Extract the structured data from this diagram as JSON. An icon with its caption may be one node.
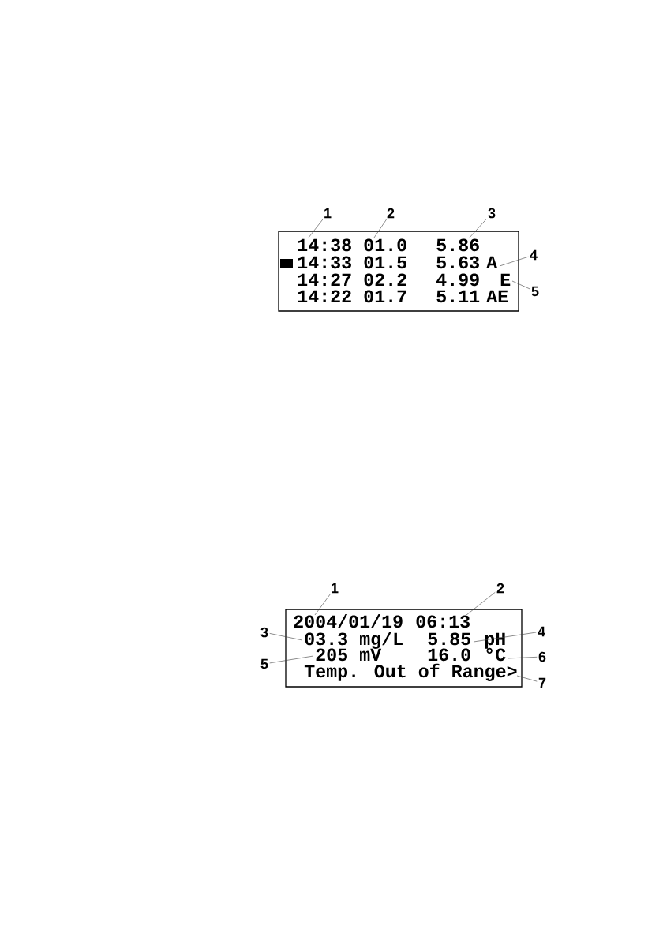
{
  "diagram": {
    "nodes": [
      {
        "text": [
          "14:38",
          "01.0",
          "5.86",
          "14:33",
          "01.5",
          "5.63",
          "A",
          "14:27",
          "02.2",
          "4.99",
          "E",
          "14:22",
          "01.7",
          "5.11",
          "AE"
        ]
      },
      {
        "text": [
          "1"
        ]
      },
      {
        "text": [
          "2"
        ]
      },
      {
        "text": [
          "3"
        ]
      },
      {
        "text": [
          "4"
        ]
      },
      {
        "text": [
          "5"
        ]
      },
      {
        "text": [
          "2004/01/19",
          "06:13",
          "03.3",
          "mg/L",
          "5.85",
          "pH",
          "205",
          "mV",
          "16.0",
          "°C",
          "Temp. Out of Range>"
        ]
      },
      {
        "text": [
          "1"
        ]
      },
      {
        "text": [
          "2"
        ]
      },
      {
        "text": [
          "3"
        ]
      },
      {
        "text": [
          "4"
        ]
      },
      {
        "text": [
          "5"
        ]
      },
      {
        "text": [
          "6"
        ]
      },
      {
        "text": [
          "7"
        ]
      }
    ],
    "edges": [
      {
        "from": 1,
        "to": 0,
        "arrow": "none"
      },
      {
        "from": 2,
        "to": 0,
        "arrow": "none"
      },
      {
        "from": 3,
        "to": 0,
        "arrow": "none"
      },
      {
        "from": 4,
        "to": 0,
        "arrow": "none"
      },
      {
        "from": 5,
        "to": 0,
        "arrow": "none"
      },
      {
        "from": 7,
        "to": 6,
        "arrow": "none"
      },
      {
        "from": 8,
        "to": 6,
        "arrow": "none"
      },
      {
        "from": 9,
        "to": 6,
        "arrow": "none"
      },
      {
        "from": 10,
        "to": 6,
        "arrow": "none"
      },
      {
        "from": 11,
        "to": 6,
        "arrow": "none"
      },
      {
        "from": 12,
        "to": 6,
        "arrow": "none"
      },
      {
        "from": 13,
        "to": 6,
        "arrow": "none"
      }
    ]
  }
}
